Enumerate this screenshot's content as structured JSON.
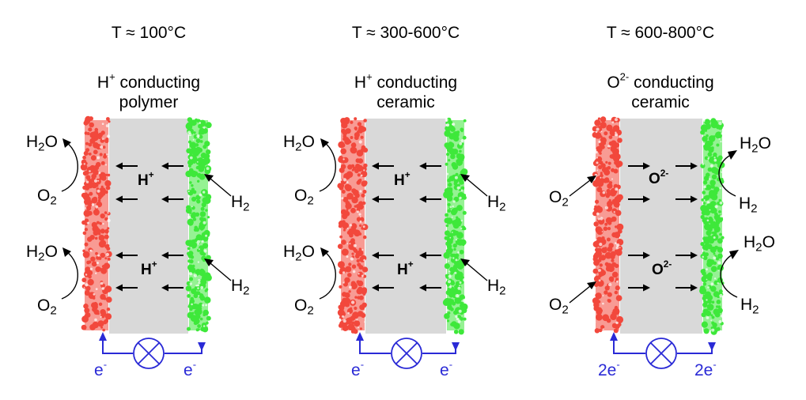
{
  "panels": [
    {
      "temperature": "T ≈ 100°C",
      "material_ion": "H",
      "material_ion_charge": "+",
      "material_line1_rest": " conducting",
      "material_line2": "polymer",
      "ion_symbol": "H",
      "ion_charge": "+",
      "ion_direction": "left",
      "left_outputs": "H2O",
      "left_inputs": "O2",
      "right_inputs": "H2",
      "electron_left": "e",
      "electron_right": "e",
      "electron_charge": "-"
    },
    {
      "temperature": "T ≈ 300-600°C",
      "material_ion": "H",
      "material_ion_charge": "+",
      "material_line1_rest": " conducting",
      "material_line2": "ceramic",
      "ion_symbol": "H",
      "ion_charge": "+",
      "ion_direction": "left",
      "left_outputs": "H2O",
      "left_inputs": "O2",
      "right_inputs": "H2",
      "electron_left": "e",
      "electron_right": "e",
      "electron_charge": "-"
    },
    {
      "temperature": "T ≈ 600-800°C",
      "material_ion": "O",
      "material_ion_charge": "2-",
      "material_line1_rest": " conducting",
      "material_line2": "ceramic",
      "ion_symbol": "O",
      "ion_charge": "2-",
      "ion_direction": "right",
      "left_inputs": "O2",
      "right_outputs": "H2O",
      "right_inputs": "H2",
      "electron_left": "2e",
      "electron_right": "2e",
      "electron_charge": "-"
    }
  ],
  "chem": {
    "water_base": "H",
    "water_sub": "2",
    "water_tail": "O",
    "oxygen_base": "O",
    "oxygen_sub": "2",
    "hydrogen_base": "H",
    "hydrogen_sub": "2"
  },
  "colors": {
    "cathode": "#f2483c",
    "anode": "#3ee83a",
    "electrolyte": "#d9d9d9",
    "circuit": "#2a2ad6"
  },
  "icons": {
    "load": "circled-x-lamp-icon",
    "flow_arrow": "arrow-icon"
  }
}
